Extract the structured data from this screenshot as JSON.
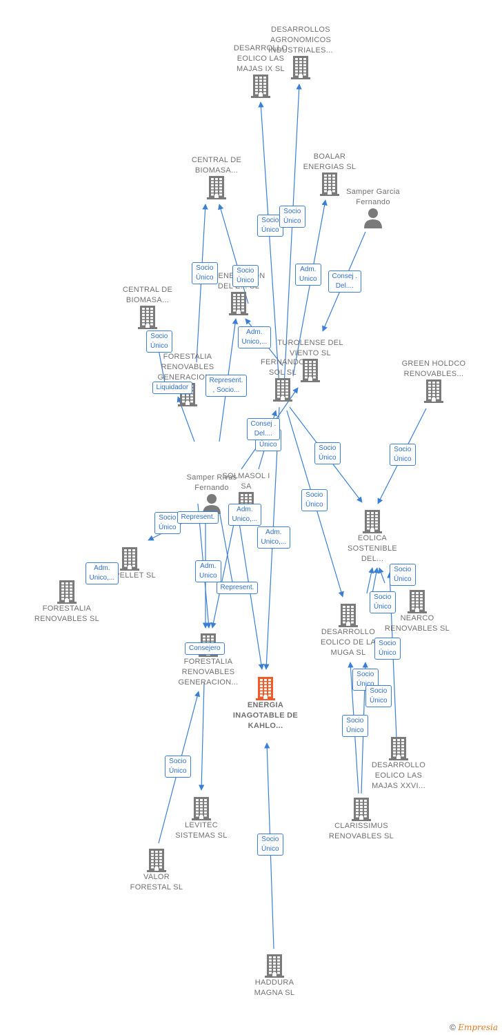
{
  "colors": {
    "node": "#7a7a7a",
    "focus": "#f05a28",
    "edge": "#3a7fd5",
    "label_text": "#2f6fc9"
  },
  "nodes": [
    {
      "id": "desarrollos_agro",
      "label": "DESARROLLOS AGRONOMICOS INDUSTRIALES...",
      "type": "company"
    },
    {
      "id": "des_majas_ix",
      "label": "DESARROLLO EOLICO LAS MAJAS IX SL",
      "type": "company"
    },
    {
      "id": "central_bio1",
      "label": "CENTRAL DE BIOMASA...",
      "type": "company"
    },
    {
      "id": "boalar",
      "label": "BOALAR ENERGIAS SL",
      "type": "company"
    },
    {
      "id": "samper_garcia",
      "label": "Samper Garcia Fernando",
      "type": "person"
    },
    {
      "id": "central_bio2",
      "label": "CENTRAL DE BIOMASA...",
      "type": "company"
    },
    {
      "id": "generacion",
      "label": "GENERACION DEL E... SL",
      "type": "company"
    },
    {
      "id": "turolense",
      "label": "TUROLENSE DEL VIENTO SL",
      "type": "company"
    },
    {
      "id": "fernando_sol",
      "label": "FERNANDO SOL SL",
      "type": "company"
    },
    {
      "id": "forestalia_gen1",
      "label": "FORESTALIA RENOVABLES GENERACION...",
      "type": "company"
    },
    {
      "id": "green_holdco",
      "label": "GREEN HOLDCO RENOVABLES...",
      "type": "company"
    },
    {
      "id": "samper_rivas",
      "label": "Samper Rivas Fernando",
      "type": "person"
    },
    {
      "id": "solmasol",
      "label": "SOLMASOL I SA",
      "type": "company"
    },
    {
      "id": "eolica_sostenible",
      "label": "EOLICA SOSTENIBLE DEL...",
      "type": "company"
    },
    {
      "id": "capellet",
      "label": "CAPELLET SL",
      "type": "company"
    },
    {
      "id": "forestalia_ren",
      "label": "FORESTALIA RENOVABLES SL",
      "type": "company"
    },
    {
      "id": "nearco",
      "label": "NEARCO RENOVABLES SL",
      "type": "company"
    },
    {
      "id": "des_muga",
      "label": "DESARROLLO EOLICO DE LA MUGA SL",
      "type": "company"
    },
    {
      "id": "forestalia_gen2",
      "label": "FORESTALIA RENOVABLES GENERACION...",
      "type": "company"
    },
    {
      "id": "energia",
      "label": "ENERGIA INAGOTABLE DE KAHLO...",
      "type": "focus"
    },
    {
      "id": "des_majas_xxvi",
      "label": "DESARROLLO EOLICO LAS MAJAS XXVI...",
      "type": "company"
    },
    {
      "id": "levitec",
      "label": "LEVITEC SISTEMAS SL",
      "type": "company"
    },
    {
      "id": "clarissimus",
      "label": "CLARISSIMUS RENOVABLES SL",
      "type": "company"
    },
    {
      "id": "valor_forestal",
      "label": "VALOR FORESTAL SL",
      "type": "company"
    },
    {
      "id": "haddura",
      "label": "HADDURA MAGNA SL",
      "type": "company"
    }
  ],
  "edge_labels": [
    "Socio Único",
    "Socio Único",
    "Socio Único",
    "Socio Único",
    "Adm. Unico",
    "Consej . Del....",
    "Adm. Unico,...",
    "Socio Único",
    "Liquidador",
    "Represent. , Socio...",
    "Socio Único",
    "Consej . Del....",
    "Socio Único",
    "Socio Único",
    "Socio Único",
    "Socio Único",
    "Represent.",
    "Adm. Unico,...",
    "Adm. Unico,...",
    "Adm. Unico,...",
    "Adm. Unico",
    "Represent.",
    "Socio Único",
    "Socio Único",
    "Consejero",
    "Socio Único",
    "Socio Único",
    "Socio Único",
    "Socio Único",
    "Socio Único",
    "Socio Único"
  ],
  "copyright": {
    "symbol": "©",
    "brand": "Empresia"
  }
}
